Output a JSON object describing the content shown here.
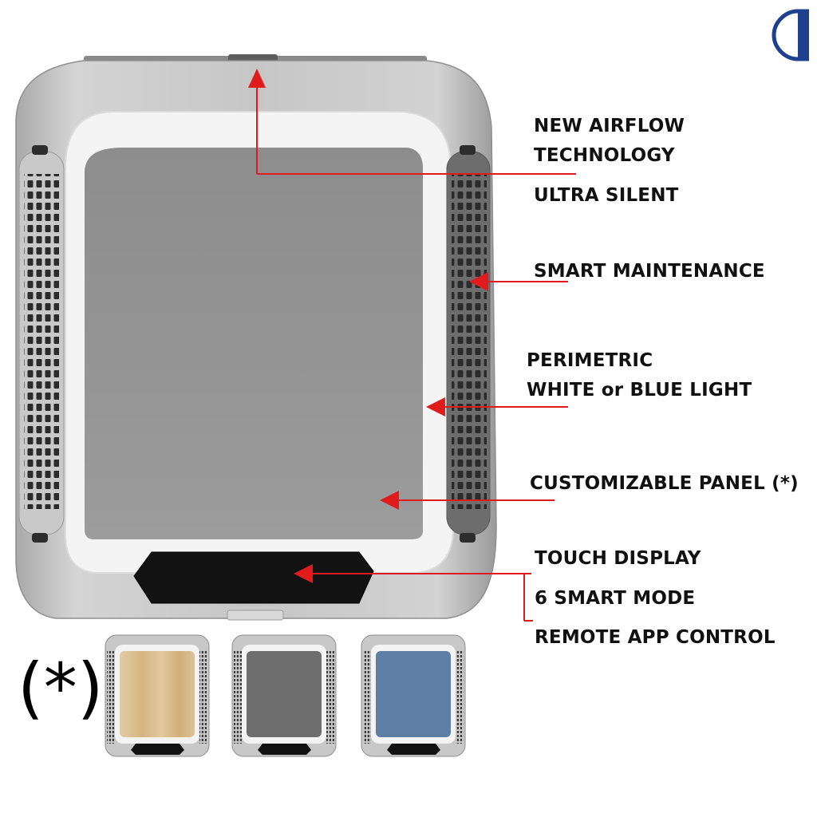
{
  "labels": {
    "airflow_line1": "NEW AIRFLOW",
    "airflow_line2": "TECHNOLOGY",
    "silent": "ULTRA SILENT",
    "maintenance": "SMART MAINTENANCE",
    "perimetric_line1": "PERIMETRIC",
    "perimetric_line2": "WHITE or BLUE LIGHT",
    "panel": "CUSTOMIZABLE PANEL (*)",
    "touch": "TOUCH DISPLAY",
    "modes": "6 SMART MODE",
    "remote": "REMOTE APP CONTROL"
  },
  "variants_marker": "(*)",
  "panel_variants": [
    {
      "finish": "wood",
      "color": "#d9bf93"
    },
    {
      "finish": "grey",
      "color": "#6e6e6e"
    },
    {
      "finish": "blue",
      "color": "#5d7fa6"
    }
  ],
  "colors": {
    "arrow": "#e01b1b",
    "logo": "#1f3f8f",
    "body": "#bdbdbd",
    "panel": "#8f8f8f",
    "display": "#111111"
  }
}
